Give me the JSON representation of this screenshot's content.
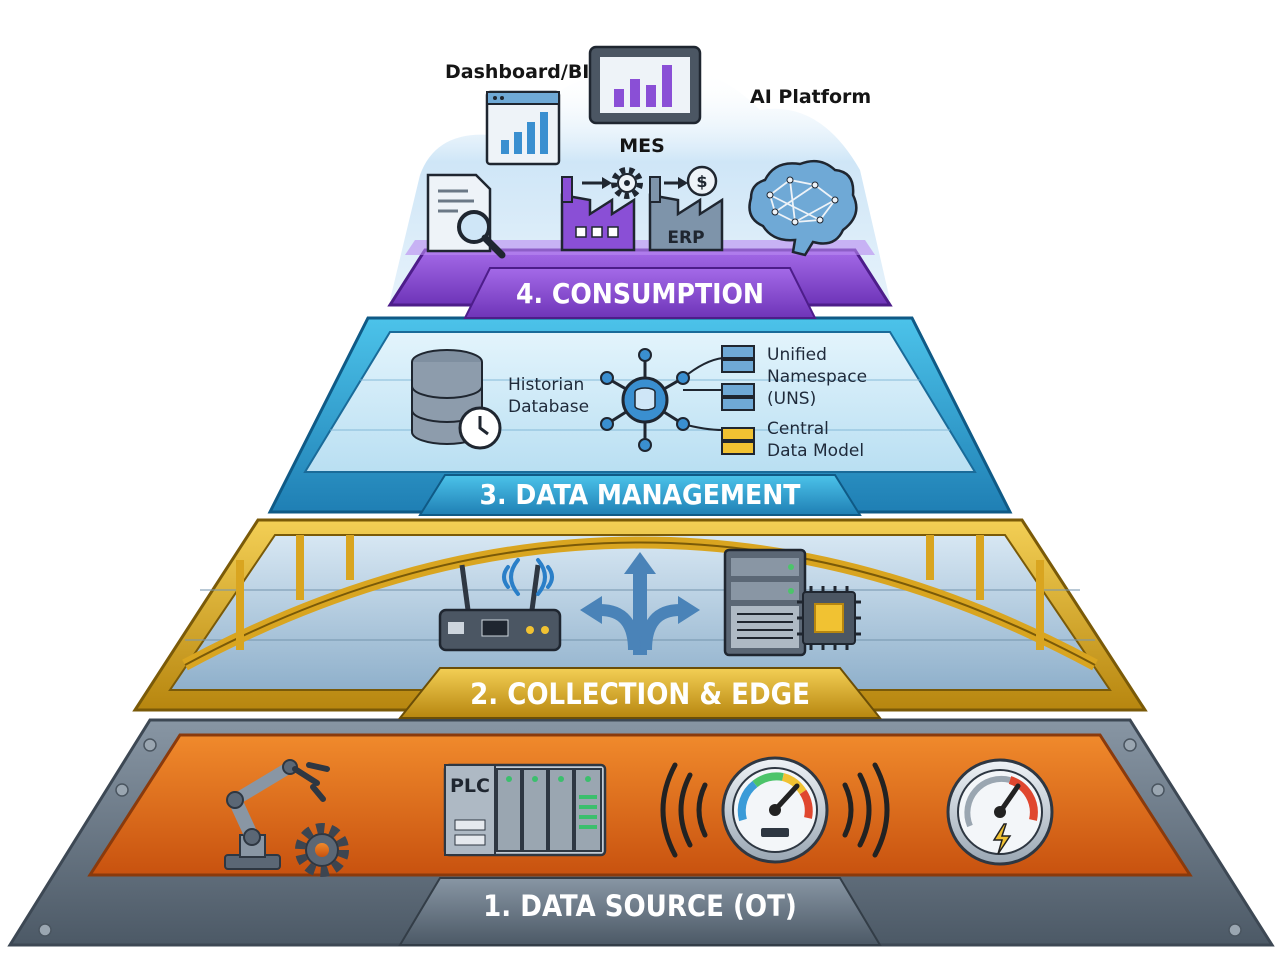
{
  "layers": {
    "consumption": {
      "title": "4. CONSUMPTION",
      "items": {
        "dashboard": "Dashboard/BI",
        "mes": "MES",
        "erp": "ERP",
        "ai": "AI Platform"
      }
    },
    "data_management": {
      "title": "3. DATA MANAGEMENT",
      "historian": [
        "Historian",
        "Database"
      ],
      "uns": [
        "Unified",
        "Namespace",
        "(UNS)"
      ],
      "central": [
        "Central",
        "Data Model"
      ]
    },
    "collection": {
      "title": "2. COLLECTION & EDGE"
    },
    "data_source": {
      "title": "1. DATA SOURCE (OT)",
      "plc": "PLC"
    }
  },
  "colors": {
    "consumption": "#8a4fd6",
    "data_management": "#2a9fd0",
    "collection": "#d9a520",
    "data_source": "#e56d1d",
    "steel": "#5d6b7a"
  },
  "icons": [
    "document-search-icon",
    "dashboard-window-icon",
    "tablet-chart-icon",
    "factory-gear-icon",
    "factory-dollar-icon",
    "brain-network-icon",
    "database-clock-icon",
    "hub-node-icon",
    "server-stack-icon",
    "router-icon",
    "split-arrows-icon",
    "server-chip-icon",
    "robot-arm-icon",
    "gear-icon",
    "plc-rack-icon",
    "gauge-signal-icon",
    "gauge-power-icon"
  ]
}
